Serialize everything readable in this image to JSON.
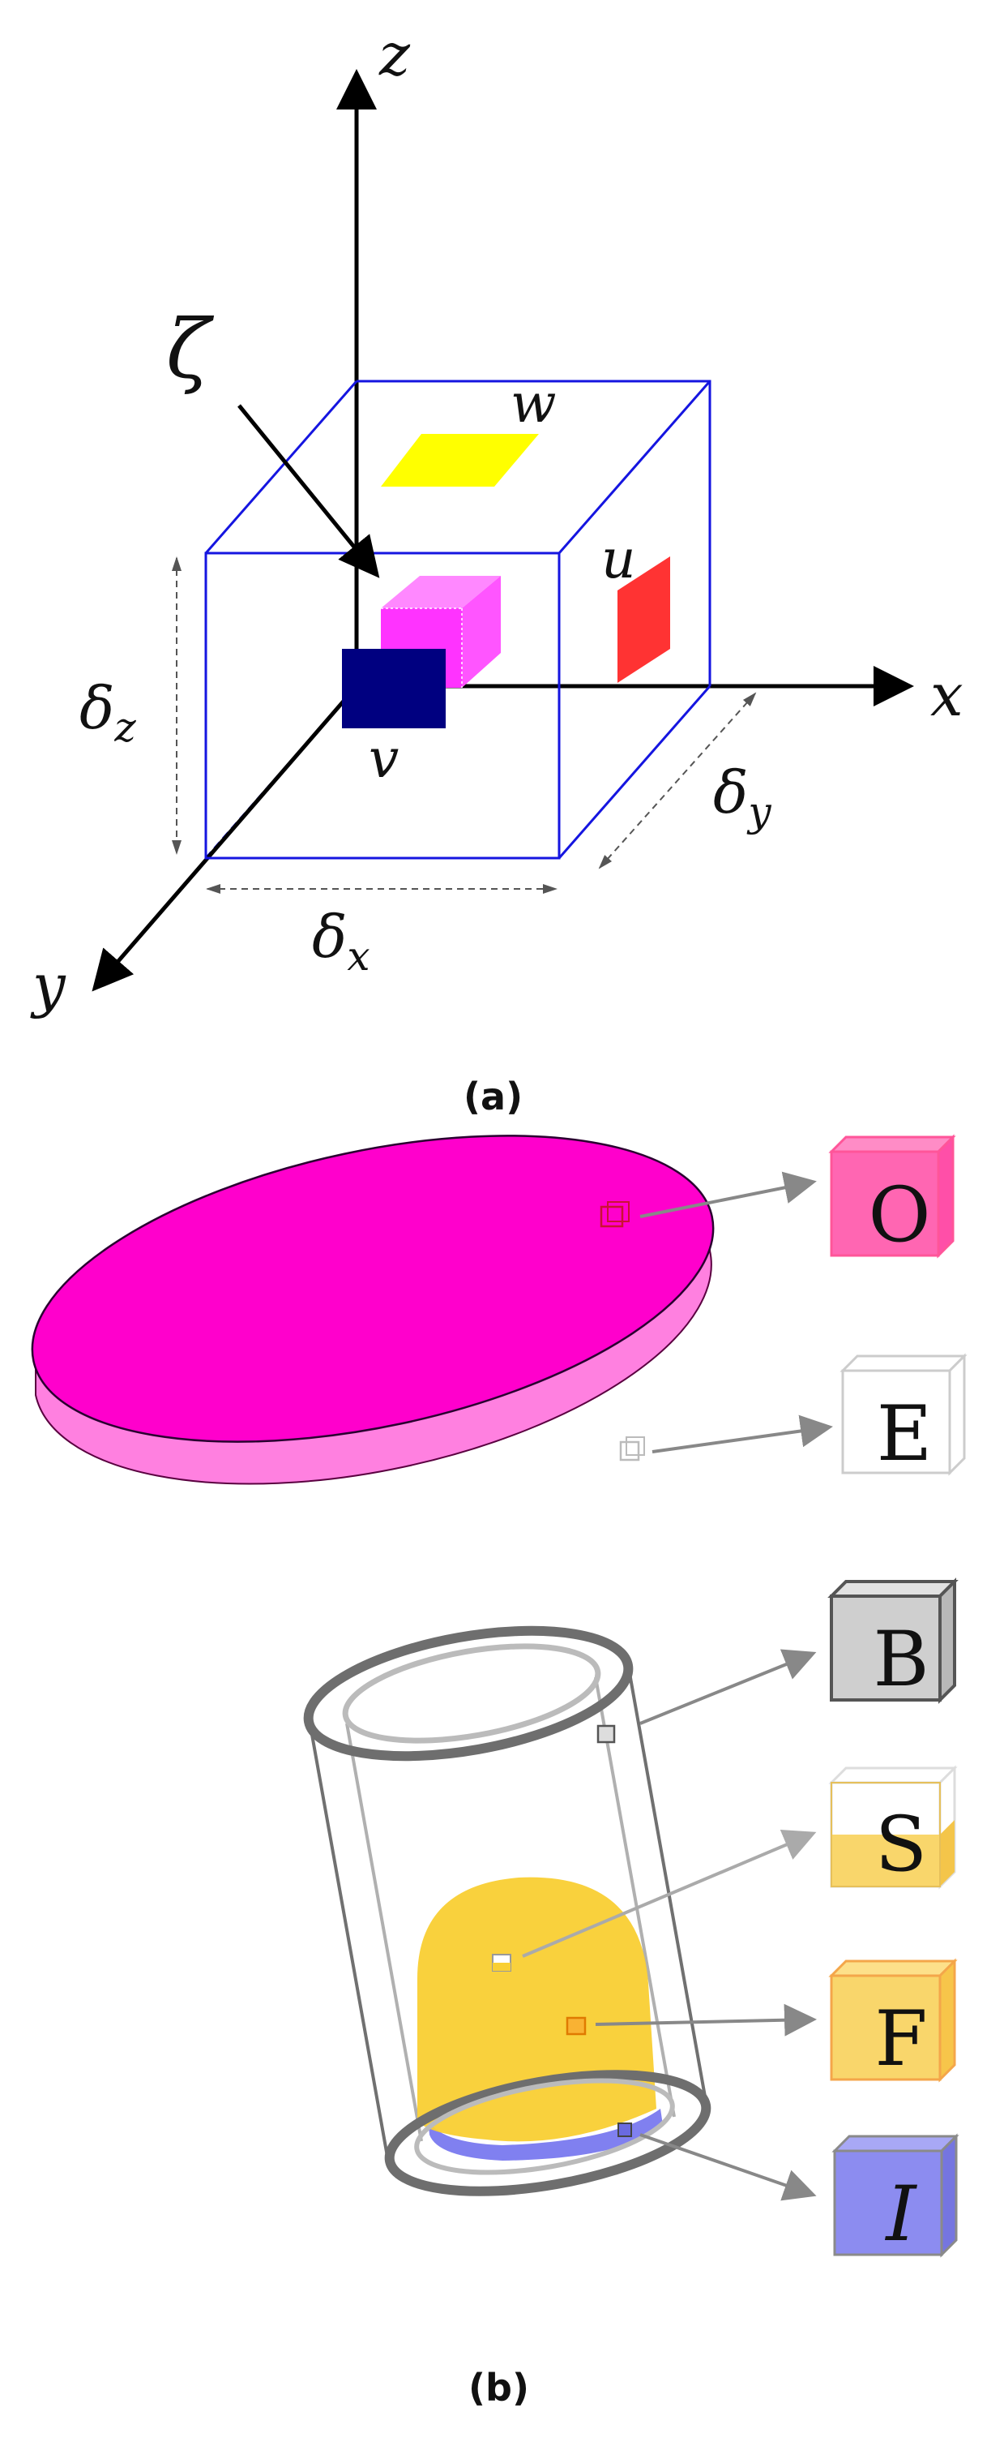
{
  "panel_a": {
    "axis_labels": {
      "z": "z",
      "x": "x",
      "y": "y"
    },
    "zeta_label": "ζ",
    "face_labels": {
      "w": "w",
      "u": "u",
      "v": "v"
    },
    "delta_x": {
      "base": "δ",
      "sub": "x"
    },
    "delta_y": {
      "base": "δ",
      "sub": "y"
    },
    "delta_z": {
      "base": "δ",
      "sub": "z"
    },
    "caption": "(a)",
    "colors": {
      "cube_edges": "#1515e0",
      "w_face": "#ffff00",
      "u_face": "#ff3333",
      "v_face": "#000080",
      "zeta_cell": "#ff33ff"
    }
  },
  "panel_b": {
    "boxes": [
      {
        "letter": "O",
        "color": "#ff66b2",
        "meaning_icon": "ocean-cell-icon"
      },
      {
        "letter": "E",
        "color": "#ffffff",
        "meaning_icon": "empty-cell-icon"
      },
      {
        "letter": "B",
        "color": "#c8c8c8",
        "meaning_icon": "boundary-cell-icon"
      },
      {
        "letter": "S",
        "color": "#f9d66b",
        "meaning_icon": "surface-cell-icon"
      },
      {
        "letter": "F",
        "color": "#f9d66b",
        "meaning_icon": "fluid-cell-icon"
      },
      {
        "letter": "I",
        "color": "#8c8cf0",
        "meaning_icon": "interface-cell-icon"
      }
    ],
    "caption": "(b)",
    "colors": {
      "disc_top": "#ff00cc",
      "disc_side": "#ff80e0",
      "fluid": "#f9cf33",
      "interface": "#8080f0",
      "container": "#6e6e6e"
    }
  }
}
